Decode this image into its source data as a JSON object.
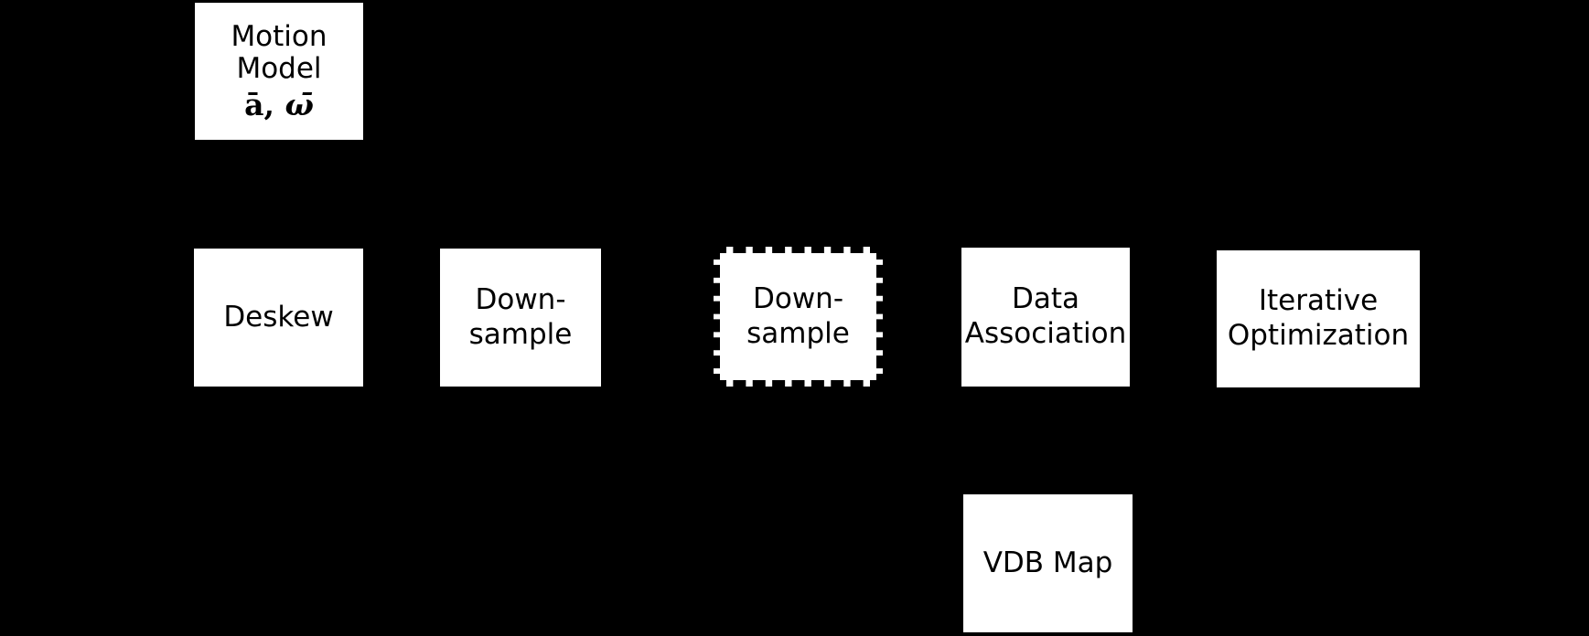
{
  "diagram": {
    "background_color": "#000000",
    "node_fill_color": "#ffffff",
    "node_text_color": "#000000",
    "nodes": [
      {
        "id": "motion-model",
        "lines": [
          "Motion",
          "Model"
        ],
        "math": {
          "a_bar": "ā",
          "separator": ", ",
          "omega_bar": "ω̄"
        },
        "border_style": "solid"
      },
      {
        "id": "deskew",
        "lines": [
          "Deskew"
        ],
        "border_style": "solid"
      },
      {
        "id": "downsample-1",
        "lines": [
          "Down-",
          "sample"
        ],
        "border_style": "solid"
      },
      {
        "id": "downsample-2",
        "lines": [
          "Down-",
          "sample"
        ],
        "border_style": "dashed"
      },
      {
        "id": "data-association",
        "lines": [
          "Data",
          "Association"
        ],
        "border_style": "solid"
      },
      {
        "id": "iterative-optimization",
        "lines": [
          "Iterative",
          "Optimization"
        ],
        "border_style": "solid"
      },
      {
        "id": "vdb-map",
        "lines": [
          "VDB Map"
        ],
        "border_style": "solid"
      }
    ]
  }
}
